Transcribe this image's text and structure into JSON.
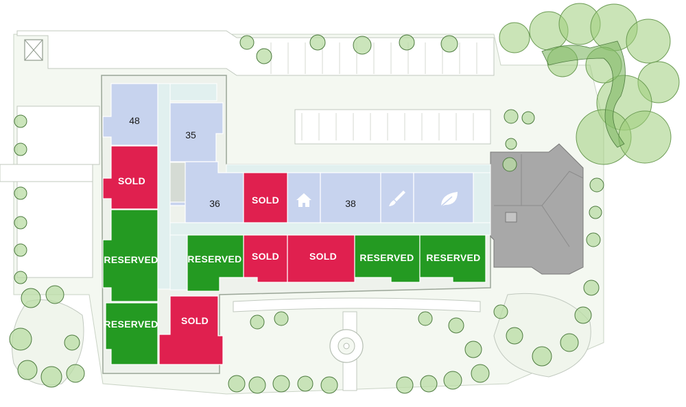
{
  "colors": {
    "sold": "#e0204f",
    "reserved": "#249a22",
    "available": "#c7d3ee",
    "corridor": "#e1f0ef",
    "tree_fill": "#b9dca4",
    "tree_stroke": "#4c7a3e",
    "roof": "#a8a8a8",
    "lawn": "#f2f7ee",
    "path": "#ffffff",
    "outline": "#8f9a8d"
  },
  "status_labels": {
    "sold": "SOLD",
    "reserved": "RESERVED"
  },
  "units": {
    "u48": {
      "label": "48",
      "status": "available"
    },
    "u35": {
      "label": "35",
      "status": "available"
    },
    "u36": {
      "label": "36",
      "status": "available"
    },
    "u38": {
      "label": "38",
      "status": "available"
    },
    "sold_a": {
      "label": "SOLD",
      "status": "sold"
    },
    "sold_b": {
      "label": "SOLD",
      "status": "sold"
    },
    "sold_c": {
      "label": "SOLD",
      "status": "sold"
    },
    "sold_d": {
      "label": "SOLD",
      "status": "sold"
    },
    "sold_e": {
      "label": "SOLD",
      "status": "sold"
    },
    "res_a": {
      "label": "RESERVED",
      "status": "reserved"
    },
    "res_b": {
      "label": "RESERVED",
      "status": "reserved"
    },
    "res_c": {
      "label": "RESERVED",
      "status": "reserved"
    },
    "res_d": {
      "label": "RESERVED",
      "status": "reserved"
    },
    "res_e": {
      "label": "RESERVED",
      "status": "reserved"
    }
  },
  "amenities": {
    "home": {
      "icon": "home-icon"
    },
    "brush": {
      "icon": "paintbrush-icon"
    },
    "leaf": {
      "icon": "leaf-icon"
    }
  }
}
